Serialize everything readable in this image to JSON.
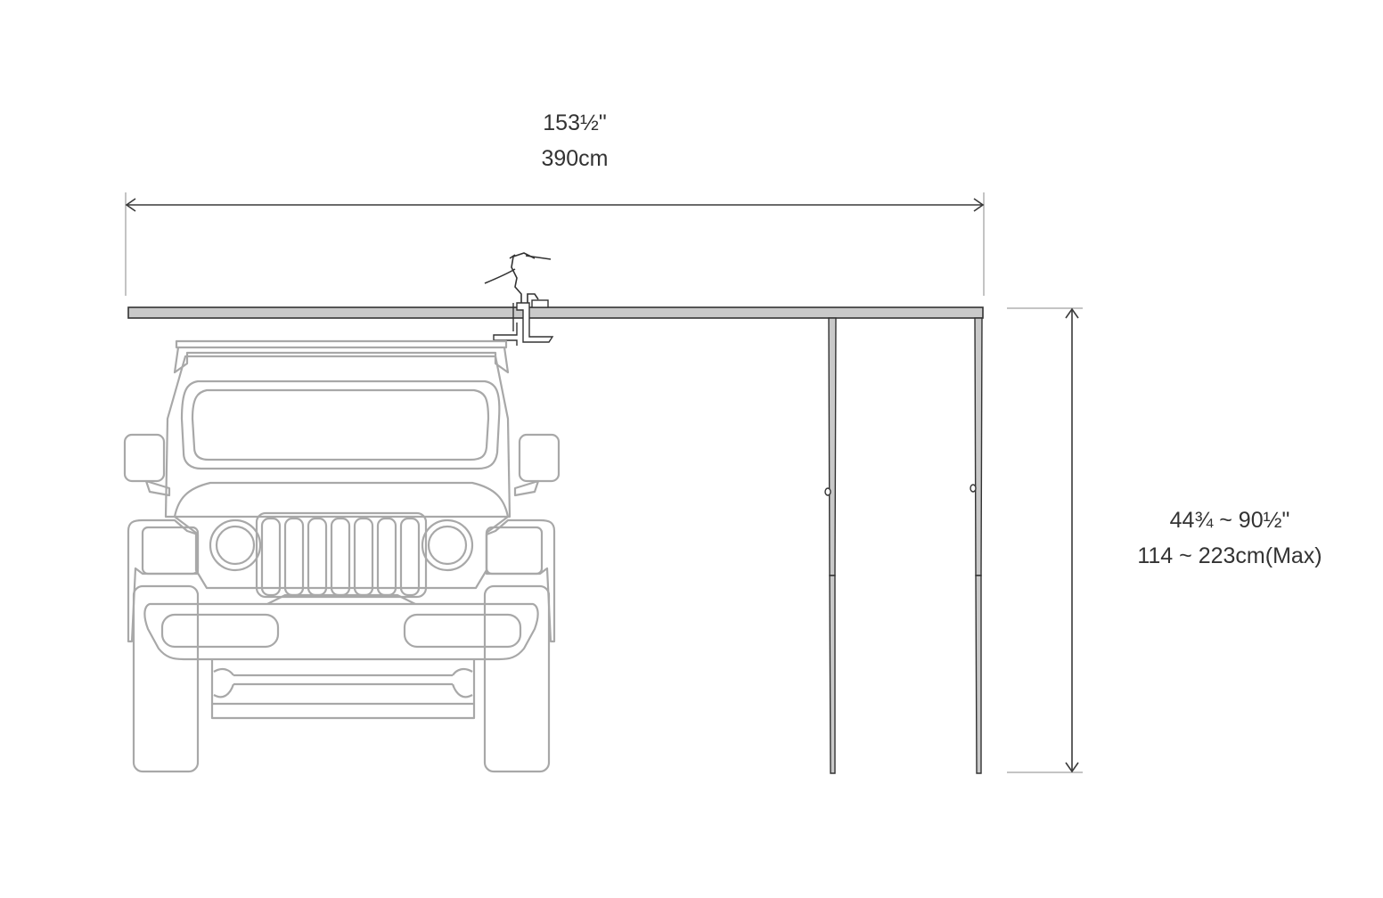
{
  "dimensions": {
    "width": {
      "imperial": "153½\"",
      "metric": "390cm"
    },
    "height": {
      "imperial": "44¾ ~ 90½\"",
      "metric": "114 ~ 223cm(Max)"
    }
  },
  "colors": {
    "outline": "#a8a8a8",
    "awning_fill": "#c9c9c9",
    "dimension_line": "#3a3a3a",
    "text": "#333333"
  }
}
